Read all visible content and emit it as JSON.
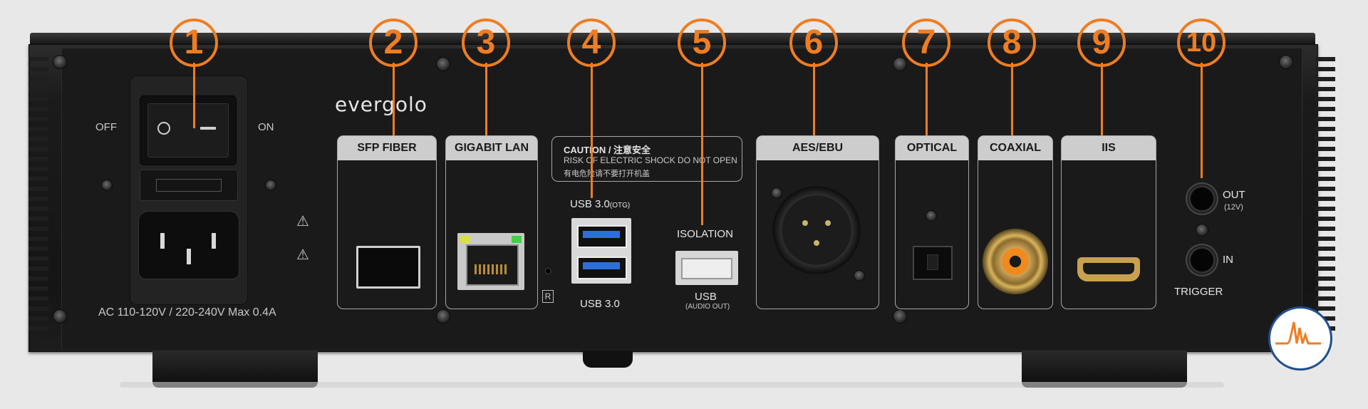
{
  "brand": "evergolo",
  "callouts": [
    "1",
    "2",
    "3",
    "4",
    "5",
    "6",
    "7",
    "8",
    "9",
    "10"
  ],
  "power": {
    "off_label": "OFF",
    "on_label": "ON",
    "rating": "AC 110-120V / 220-240V Max 0.4A"
  },
  "ports": {
    "sfp": "SFP FIBER",
    "lan": "GIGABIT LAN",
    "aes": "AES/EBU",
    "optical": "OPTICAL",
    "coaxial": "COAXIAL",
    "iis": "IIS"
  },
  "caution": {
    "title": "CAUTION / 注意安全",
    "line1": "RISK OF ELECTRIC SHOCK DO NOT OPEN",
    "line2": "有电危险请不要打开机盖"
  },
  "usb": {
    "top_label": "USB 3.0",
    "top_sub": "(OTG)",
    "bottom_label": "USB 3.0",
    "reset_label": "R"
  },
  "isolation": {
    "title": "ISOLATION",
    "usb": "USB",
    "sub": "(AUDIO OUT)"
  },
  "trigger": {
    "out": "OUT",
    "out_sub": "(12V)",
    "in": "IN",
    "label": "TRIGGER"
  },
  "colors": {
    "callout": "#ef7d22",
    "chassis": "#1a1a1a",
    "logo_ring": "#1f4f8f"
  },
  "logo_icon": "waveform-icon"
}
